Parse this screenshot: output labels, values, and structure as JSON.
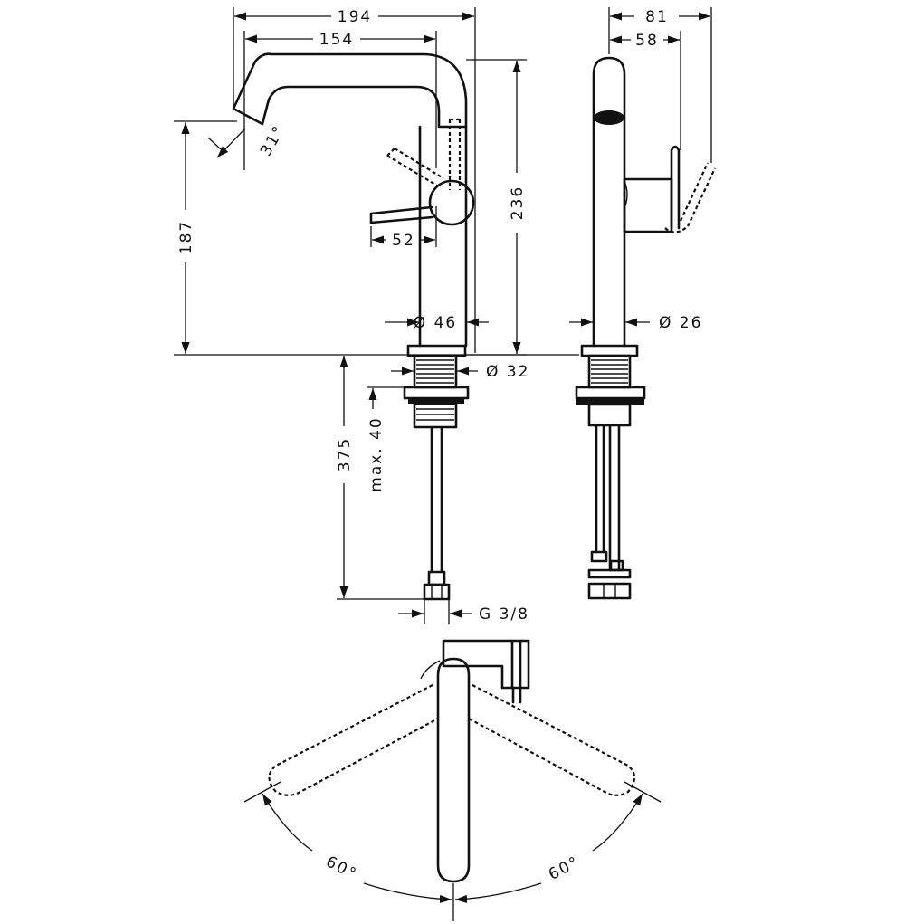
{
  "dimensions": {
    "overall_depth": "194",
    "spout_reach": "154",
    "spout_angle": "31°",
    "height_to_outlet": "187",
    "overall_height": "236",
    "lever_offset": "52",
    "body_diameter": "Ø 46",
    "body_diameter_side": "Ø 26",
    "thread_diameter": "Ø 32",
    "hose_length": "375",
    "max_thickness": "max. 40",
    "connection": "G 3/8",
    "side_depth": "81",
    "side_lever": "58",
    "swivel_left": "60°",
    "swivel_right": "60°"
  }
}
